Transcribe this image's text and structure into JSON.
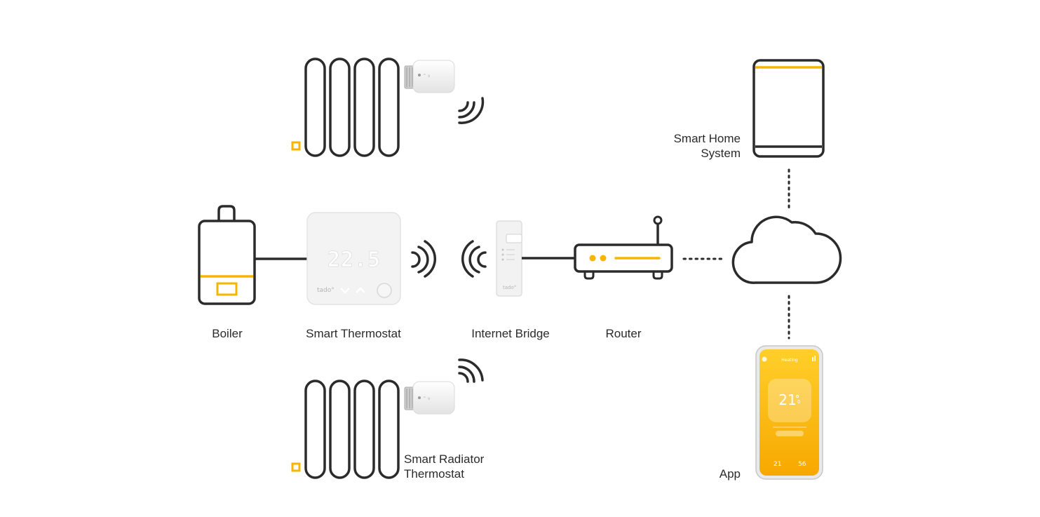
{
  "labels": {
    "boiler": "Boiler",
    "smart_thermostat": "Smart Thermostat",
    "internet_bridge": "Internet Bridge",
    "router": "Router",
    "smart_home_line1": "Smart Home",
    "smart_home_line2": "System",
    "radiator_thermostat_line1": "Smart Radiator",
    "radiator_thermostat_line2": "Thermostat",
    "app": "App"
  },
  "devices": {
    "thermostat_display": "22.5",
    "thermostat_brand": "tado°",
    "bridge_brand": "tado°",
    "phone_header": "Heating",
    "phone_temperature": "21",
    "phone_temperature_decimal": "0",
    "phone_stat_left": "21",
    "phone_stat_right": "56"
  },
  "colors": {
    "accent": "#f7b500",
    "line": "#2b2b2b",
    "device_white": "#f2f2f2"
  }
}
